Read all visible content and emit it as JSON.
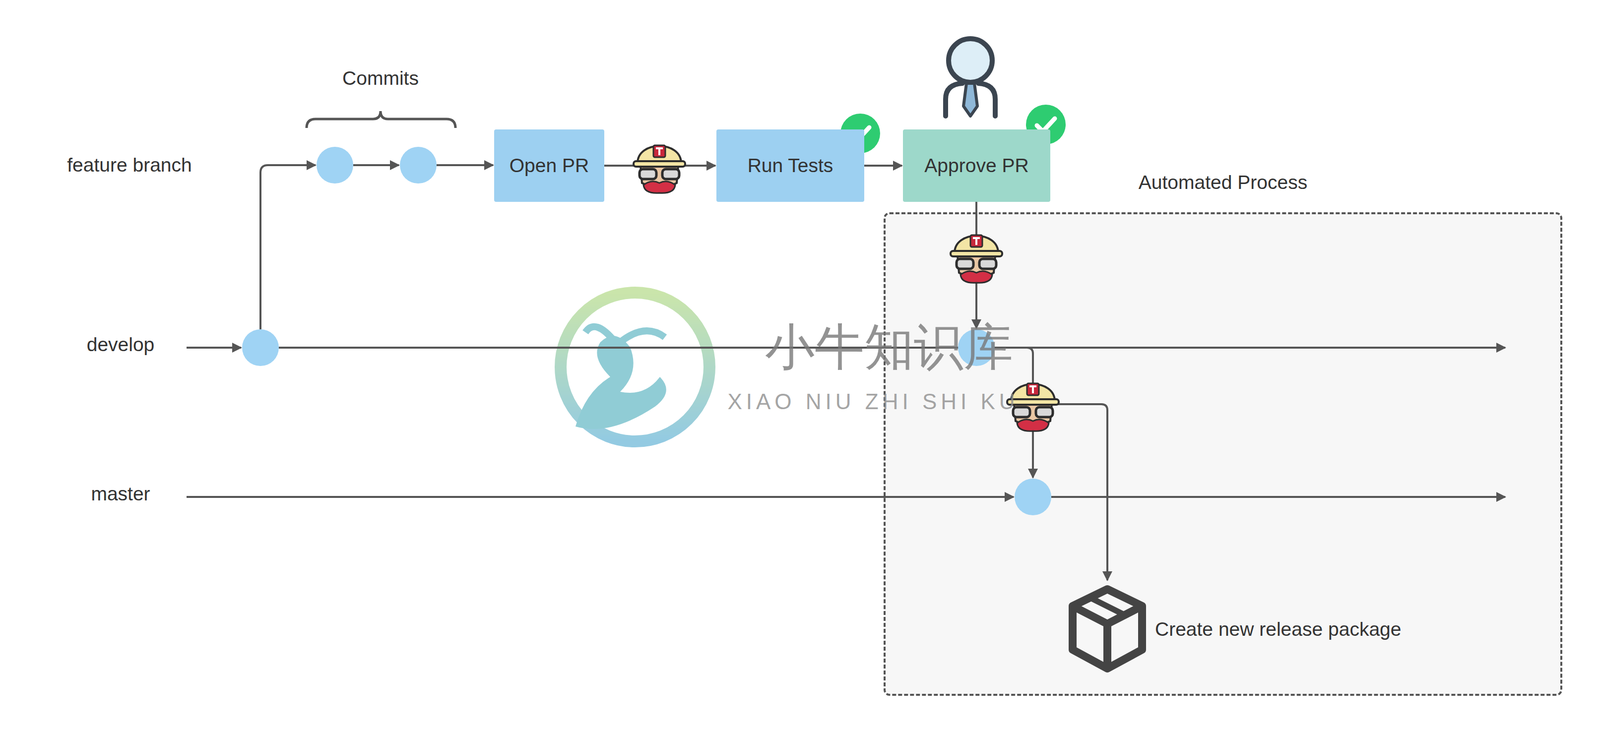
{
  "diagram": {
    "nodes": [
      {
        "text": [
          "Open PR"
        ]
      },
      {
        "text": [
          "Run Tests"
        ]
      },
      {
        "text": [
          "Approve PR"
        ]
      },
      {
        "text": [
          "Automated Process"
        ]
      },
      {
        "text": [
          "Create new release package"
        ],
        "in": 3
      }
    ],
    "edges": [
      {
        "from": 0,
        "to": 1,
        "arrow": "to"
      },
      {
        "from": 1,
        "to": 2,
        "arrow": "to"
      }
    ],
    "labels": [
      "Commits",
      "feature branch",
      "develop",
      "master",
      "小牛知识库",
      "XIAO NIU ZHI SHI KU"
    ]
  }
}
